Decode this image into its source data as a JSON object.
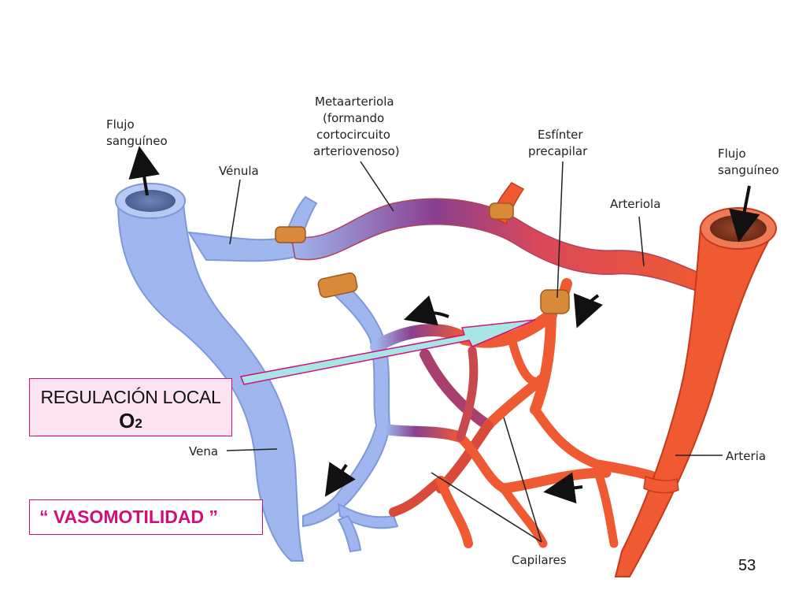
{
  "diagram": {
    "labels": {
      "flujo_left_1": "Flujo",
      "flujo_left_2": "sanguíneo",
      "venula": "Vénula",
      "metaarteriola_1": "Metaarteriola",
      "metaarteriola_2": "(formando",
      "metaarteriola_3": "cortocircuito",
      "metaarteriola_4": "arteriovenoso)",
      "esfinter_1": "Esfínter",
      "esfinter_2": "precapilar",
      "flujo_right_1": "Flujo",
      "flujo_right_2": "sanguíneo",
      "arteriola": "Arteriola",
      "vena": "Vena",
      "arteria": "Arteria",
      "capilares": "Capilares"
    },
    "colors": {
      "vein": "#9fb6ee",
      "vein_dark": "#7f98da",
      "artery": "#ef5a32",
      "artery_dark": "#c63a1c",
      "mixed": "#8a3f8f",
      "sphincter": "#d88a3a",
      "callout": "#d0107a"
    }
  },
  "callout": {
    "title": "REGULACIÓN LOCAL",
    "o2_main": "O",
    "o2_sub": "2"
  },
  "banner": {
    "text": "“ VASOMOTILIDAD ”"
  },
  "slide": {
    "page_number": "53"
  }
}
